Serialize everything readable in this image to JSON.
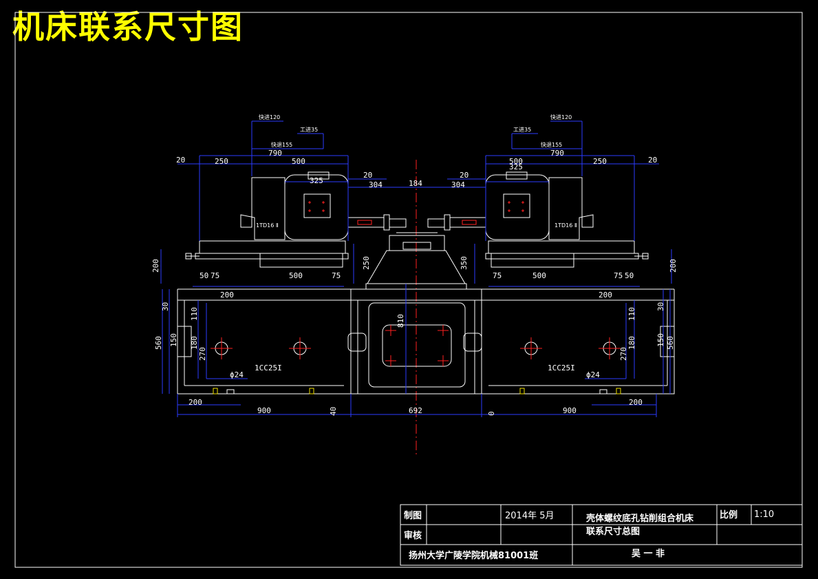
{
  "title": "机床联系尺寸图",
  "dims": {
    "feed_120": "快进120",
    "work_35": "工进35",
    "fast_155": "快退155",
    "d790": "790",
    "d20": "20",
    "d250": "250",
    "d500": "500",
    "d325": "325",
    "d304": "304",
    "d184": "184",
    "d200": "200",
    "d75": "75",
    "d50": "50",
    "d250v": "250",
    "d350v": "350",
    "d810": "810",
    "d30": "30",
    "d110": "110",
    "d560": "560",
    "d150": "150",
    "d180": "180",
    "d270": "270",
    "phi24": "ϕ24",
    "base_label": "1CC25I",
    "d900": "900",
    "d692": "692",
    "d40": "40",
    "d0": "0",
    "unit_label": "1TD16 Ⅱ"
  },
  "title_block": {
    "drawn_label": "制图",
    "check_label": "审核",
    "date": "2014年 5月",
    "drawing_title_1": "壳体螺纹底孔钻削组合机床",
    "drawing_title_2": "联系尺寸总图",
    "scale_label": "比例",
    "scale_value": "1:10",
    "school": "扬州大学广陵学院机械81001班",
    "author": "吴 一 非"
  }
}
